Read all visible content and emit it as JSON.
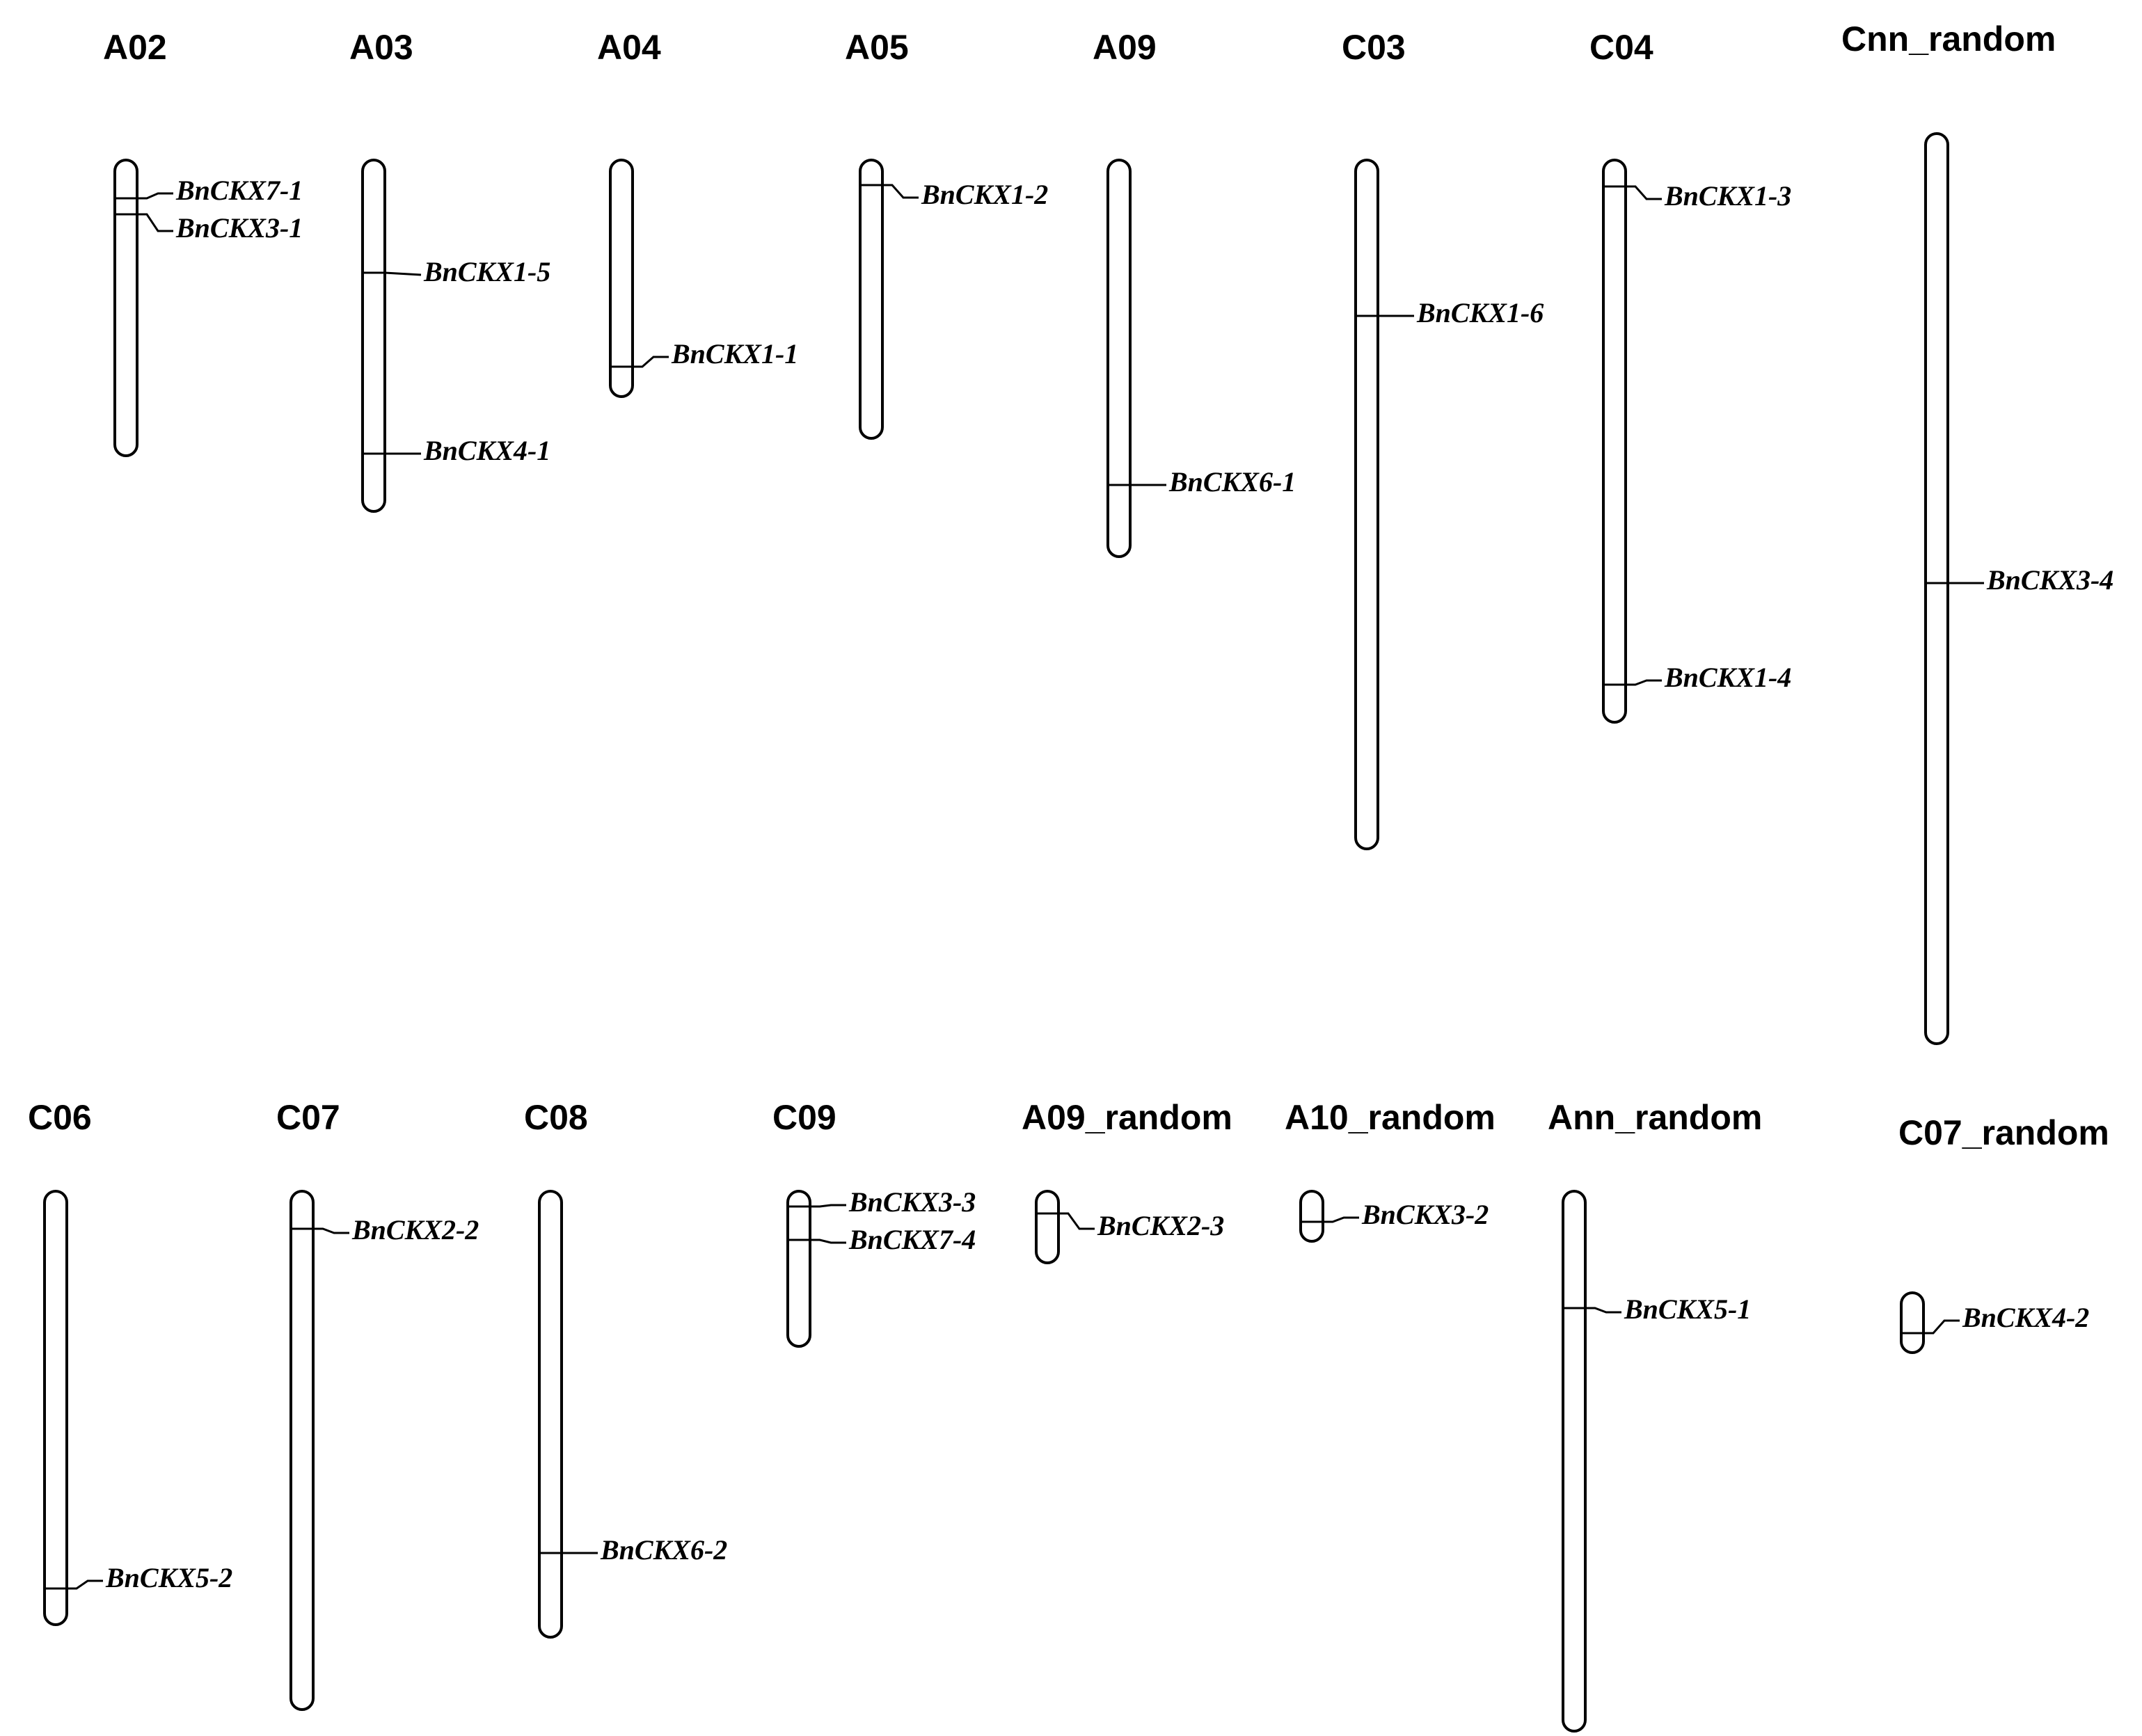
{
  "chromosomes": [
    {
      "name": "A02",
      "genes": [
        "BnCKX7-1",
        "BnCKX3-1"
      ]
    },
    {
      "name": "A03",
      "genes": [
        "BnCKX1-5",
        "BnCKX4-1"
      ]
    },
    {
      "name": "A04",
      "genes": [
        "BnCKX1-1"
      ]
    },
    {
      "name": "A05",
      "genes": [
        "BnCKX1-2"
      ]
    },
    {
      "name": "A09",
      "genes": [
        "BnCKX6-1"
      ]
    },
    {
      "name": "C03",
      "genes": [
        "BnCKX1-6"
      ]
    },
    {
      "name": "C04",
      "genes": [
        "BnCKX1-3",
        "BnCKX1-4"
      ]
    },
    {
      "name": "Cnn_random",
      "genes": [
        "BnCKX3-4"
      ]
    },
    {
      "name": "C06",
      "genes": [
        "BnCKX5-2"
      ]
    },
    {
      "name": "C07",
      "genes": [
        "BnCKX2-2"
      ]
    },
    {
      "name": "C08",
      "genes": [
        "BnCKX6-2"
      ]
    },
    {
      "name": "C09",
      "genes": [
        "BnCKX3-3",
        "BnCKX7-4"
      ]
    },
    {
      "name": "A09_random",
      "genes": [
        "BnCKX2-3"
      ]
    },
    {
      "name": "A10_random",
      "genes": [
        "BnCKX3-2"
      ]
    },
    {
      "name": "Ann_random",
      "genes": [
        "BnCKX5-1"
      ]
    },
    {
      "name": "C07_random",
      "genes": [
        "BnCKX4-2"
      ]
    }
  ],
  "colors": {
    "stroke": "#000000",
    "background": "#ffffff"
  }
}
